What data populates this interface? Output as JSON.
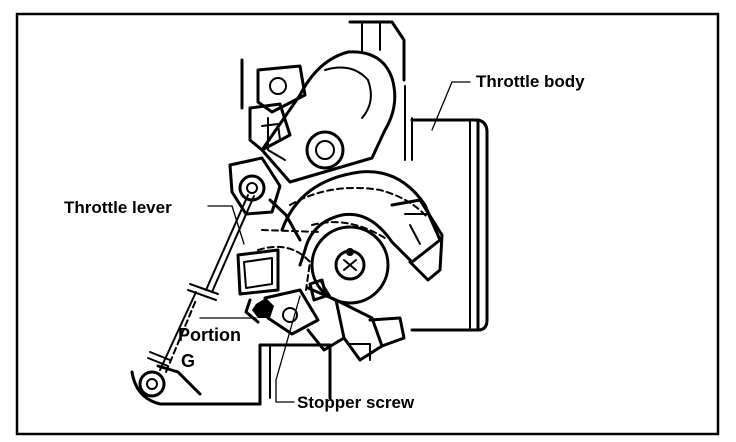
{
  "labels": {
    "throttle_body": "Throttle body",
    "throttle_lever": "Throttle lever",
    "portion": "Portion",
    "portion_letter": "G",
    "stopper_screw": "Stopper screw"
  }
}
